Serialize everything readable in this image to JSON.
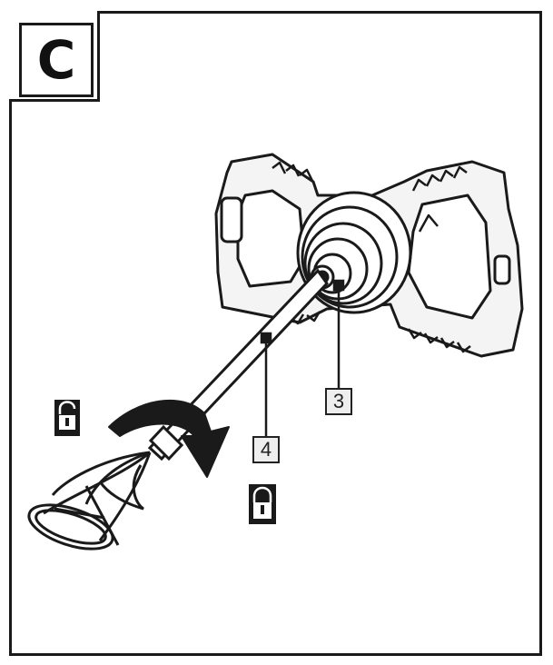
{
  "figure": {
    "label": "C"
  },
  "callouts": [
    {
      "number": "3",
      "part": "spindle"
    },
    {
      "number": "4",
      "part": "mixing-paddle-shaft"
    }
  ],
  "icons": {
    "unlock": "unlocked-padlock-icon",
    "lock": "locked-padlock-icon",
    "rotation": "curved-arrow-icon"
  },
  "colors": {
    "line": "#1a1a1a",
    "callout_fill": "#eeeeee"
  }
}
